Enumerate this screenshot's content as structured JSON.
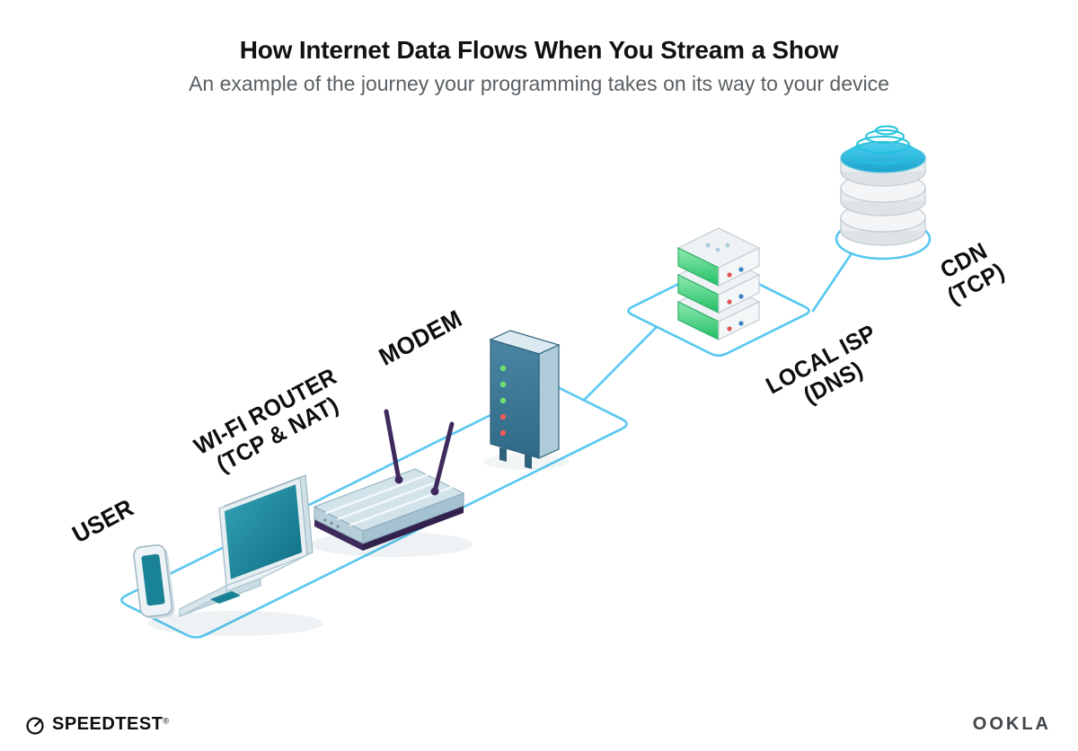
{
  "header": {
    "title": "How Internet Data Flows When You Stream a Show",
    "subtitle": "An example of the journey your programming takes on its way to your device"
  },
  "nodes": {
    "user": {
      "label": "USER"
    },
    "router": {
      "label": "WI-FI ROUTER",
      "sublabel": "(TCP & NAT)"
    },
    "modem": {
      "label": "MODEM"
    },
    "isp": {
      "label": "LOCAL ISP",
      "sublabel": "(DNS)"
    },
    "cdn": {
      "label": "CDN",
      "sublabel": "(TCP)"
    }
  },
  "flow": [
    "user",
    "router",
    "modem",
    "isp",
    "cdn"
  ],
  "footer": {
    "speedtest": "SPEEDTEST",
    "trademark": "®",
    "ookla": "OOKLA"
  },
  "colors": {
    "accent_line": "#58C7F0",
    "device_teal": "#1A8296",
    "navy_purple": "#3F2A5E",
    "server_green": "#2ECC71",
    "water_blue": "#2FB9E4",
    "title_text": "#101214",
    "subtitle_gray": "#5A5F63"
  }
}
